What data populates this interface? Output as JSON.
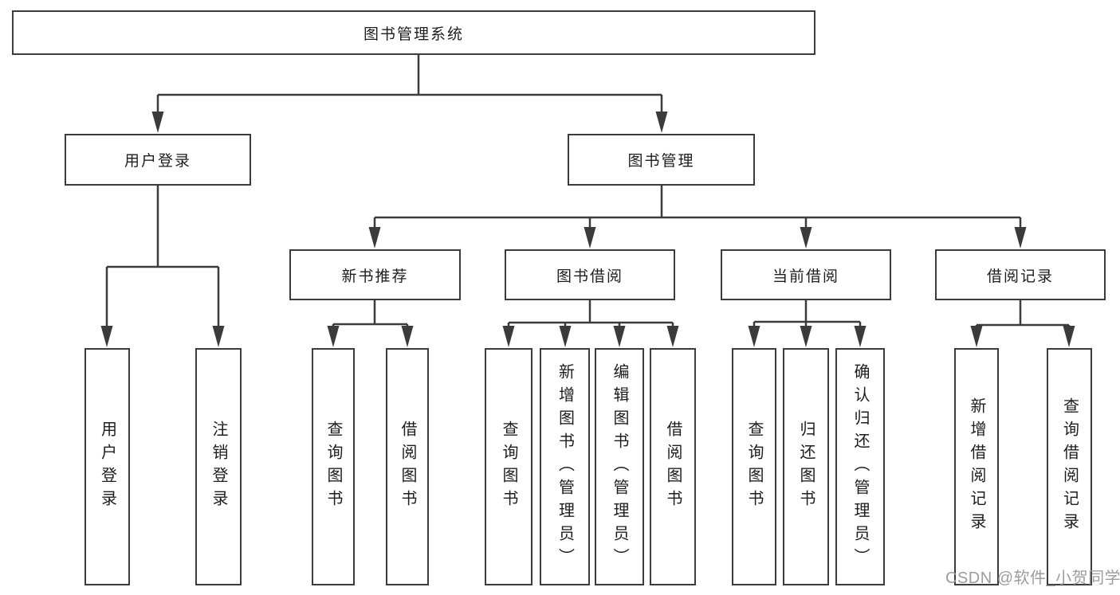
{
  "diagram": {
    "title": "图书管理系统",
    "level2": [
      {
        "label": "用户登录"
      },
      {
        "label": "图书管理"
      }
    ],
    "level3": [
      {
        "label": "新书推荐"
      },
      {
        "label": "图书借阅"
      },
      {
        "label": "当前借阅"
      },
      {
        "label": "借阅记录"
      }
    ],
    "leaves": [
      {
        "label": "用户登录"
      },
      {
        "label": "注销登录"
      },
      {
        "label": "查询图书"
      },
      {
        "label": "借阅图书"
      },
      {
        "label": "查询图书"
      },
      {
        "label": "新增图书（管理员）"
      },
      {
        "label": "编辑图书（管理员）"
      },
      {
        "label": "借阅图书"
      },
      {
        "label": "查询图书"
      },
      {
        "label": "归还图书"
      },
      {
        "label": "确认归还（管理员）"
      },
      {
        "label": "新增借阅记录"
      },
      {
        "label": "查询借阅记录"
      }
    ]
  },
  "watermark": {
    "text": "CSDN @软件_小贺同学"
  },
  "colors": {
    "line": "#3b3b3b",
    "text": "#1d1d1d",
    "watermark_gray": "#9c9c9c",
    "background": "#ffffff"
  }
}
